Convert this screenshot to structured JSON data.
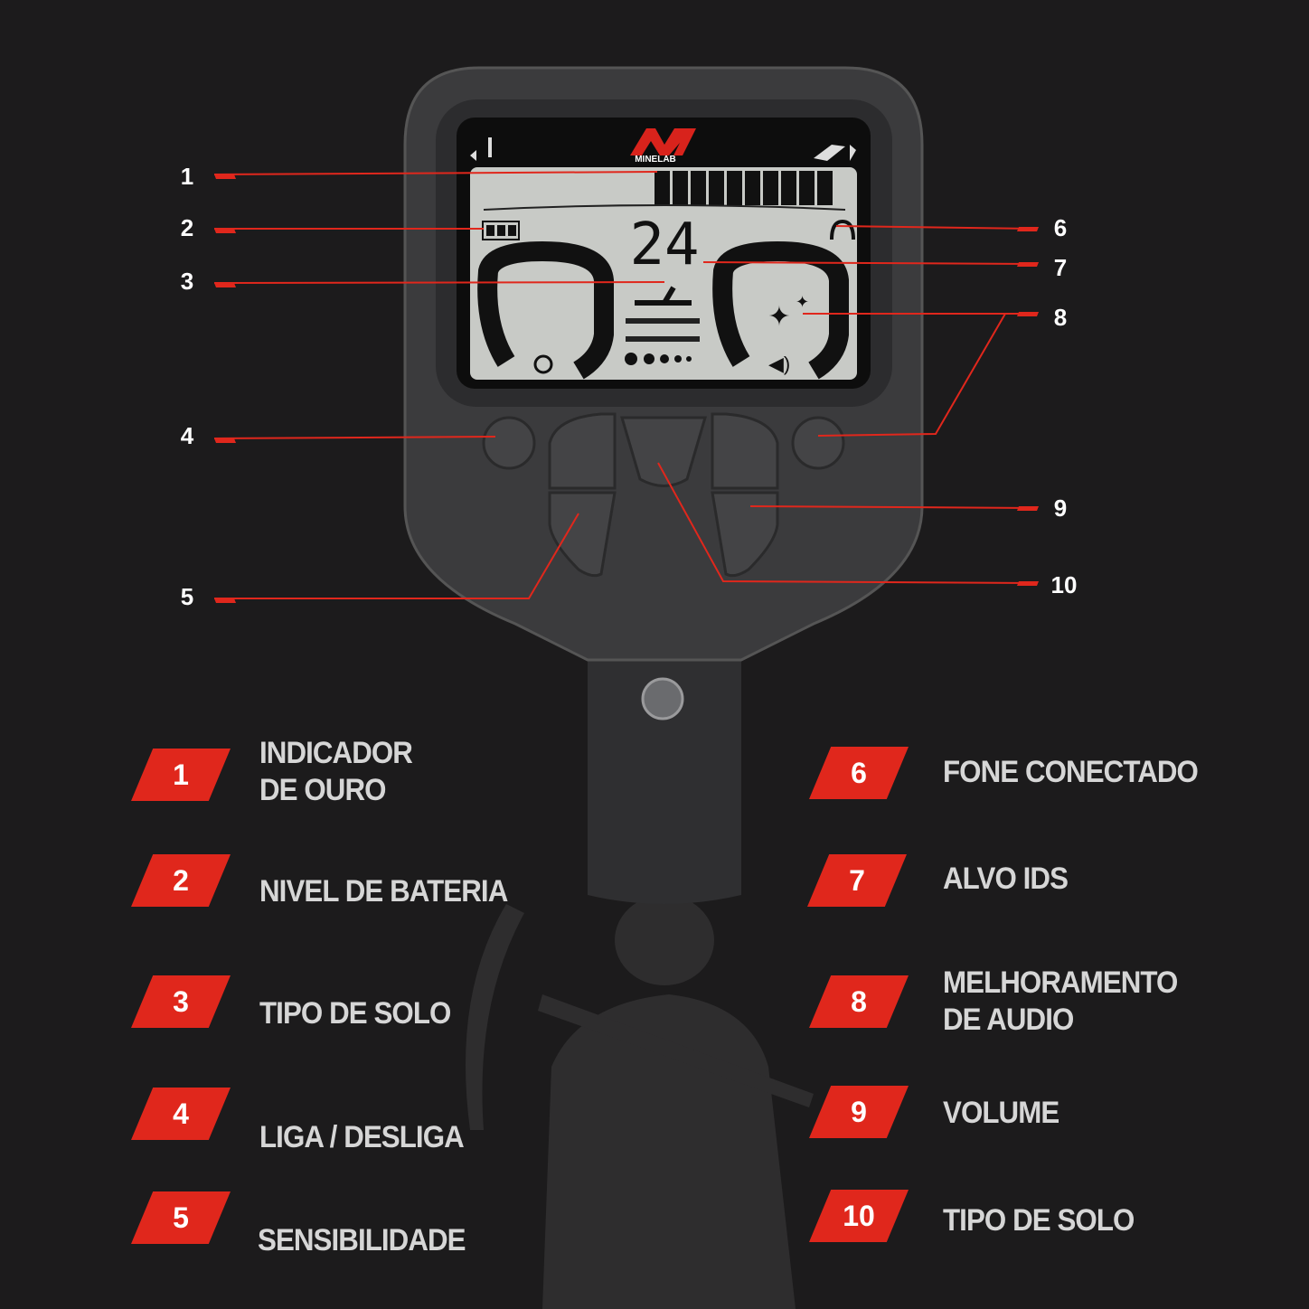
{
  "device": {
    "brand": "MINELAB",
    "target_id": "24"
  },
  "callout_numbers": [
    "1",
    "2",
    "3",
    "4",
    "5",
    "6",
    "7",
    "8",
    "9",
    "10"
  ],
  "legend": [
    {
      "num": "1",
      "label_line1": "INDICADOR",
      "label_line2": "DE OURO"
    },
    {
      "num": "2",
      "label_line1": "NIVEL DE BATERIA"
    },
    {
      "num": "3",
      "label_line1": "TIPO DE SOLO"
    },
    {
      "num": "4",
      "label_line1": "LIGA / DESLIGA"
    },
    {
      "num": "5",
      "label_line1": "SENSIBILIDADE"
    },
    {
      "num": "6",
      "label_line1": "FONE CONECTADO"
    },
    {
      "num": "7",
      "label_line1": "ALVO IDS"
    },
    {
      "num": "8",
      "label_line1": "MELHORAMENTO",
      "label_line2": "DE AUDIO"
    },
    {
      "num": "9",
      "label_line1": "VOLUME"
    },
    {
      "num": "10",
      "label_line1": "TIPO DE SOLO"
    }
  ],
  "colors": {
    "accent": "#e0271c",
    "background": "#1c1b1c",
    "lcd": "#c8cac6"
  }
}
